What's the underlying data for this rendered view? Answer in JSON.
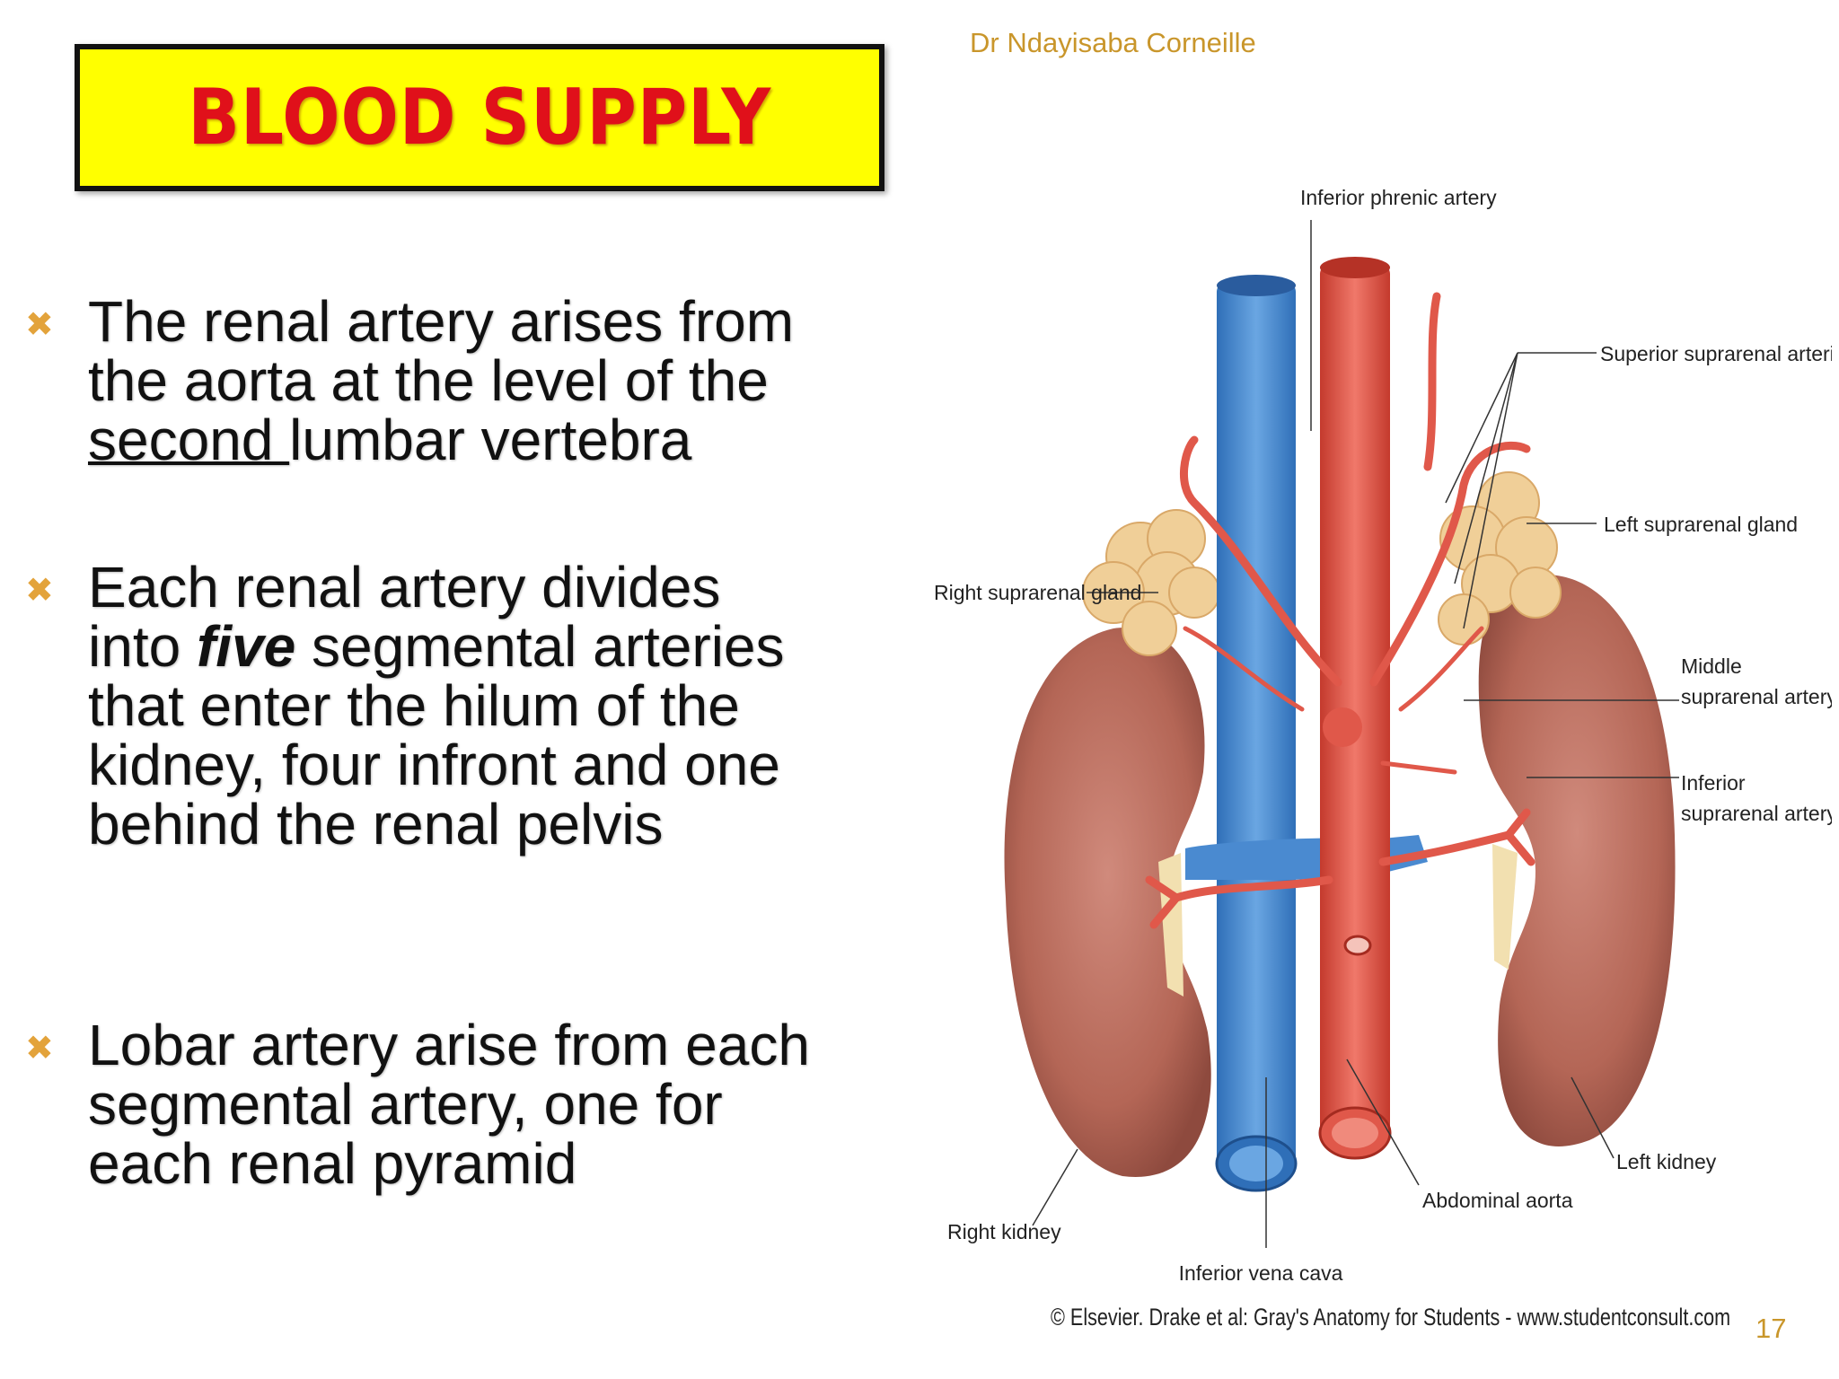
{
  "header": {
    "author": "Dr Ndayisaba Corneille",
    "title": "BLOOD SUPPLY"
  },
  "bullets": [
    {
      "icon": "x-mark-bullet-icon",
      "line1": "The renal artery arises from",
      "line2": "the aorta at the level of the",
      "underlined": "second ",
      "line3_rest": "lumbar vertebra"
    },
    {
      "icon": "x-mark-bullet-icon",
      "line1": "Each renal artery divides",
      "pre_emph": "into ",
      "emph": "five",
      "post_emph": " segmental arteries",
      "line3": "that enter the hilum of the",
      "line4": "kidney, four infront and one",
      "line5": "behind the renal pelvis"
    },
    {
      "icon": "x-mark-bullet-icon",
      "line1": "Lobar artery arise from each",
      "line2": "segmental artery, one for",
      "line3": "each renal pyramid"
    }
  ],
  "figure": {
    "labels": {
      "inferior_phrenic_artery": "Inferior phrenic artery",
      "superior_suprarenal_arteries": "Superior suprarenal arteries",
      "left_suprarenal_gland": "Left suprarenal gland",
      "right_suprarenal_gland": "Right suprarenal gland",
      "middle_suprarenal_artery_1": "Middle",
      "middle_suprarenal_artery_2": "suprarenal artery",
      "inferior_suprarenal_artery_1": "Inferior",
      "inferior_suprarenal_artery_2": "suprarenal artery",
      "left_kidney": "Left kidney",
      "abdominal_aorta": "Abdominal aorta",
      "right_kidney": "Right kidney",
      "inferior_vena_cava": "Inferior vena cava"
    },
    "credit": "© Elsevier. Drake et al: Gray's Anatomy for Students - www.studentconsult.com"
  },
  "footer": {
    "page_number": "17"
  },
  "colors": {
    "title_bg": "#ffff00",
    "title_text": "#e0101a",
    "bullet_mark": "#e3a33b",
    "accent_text": "#c9962b",
    "artery": "#e0584a",
    "vein": "#4a8ad0",
    "kidney": "#b56a5c",
    "gland": "#f0cf98"
  }
}
